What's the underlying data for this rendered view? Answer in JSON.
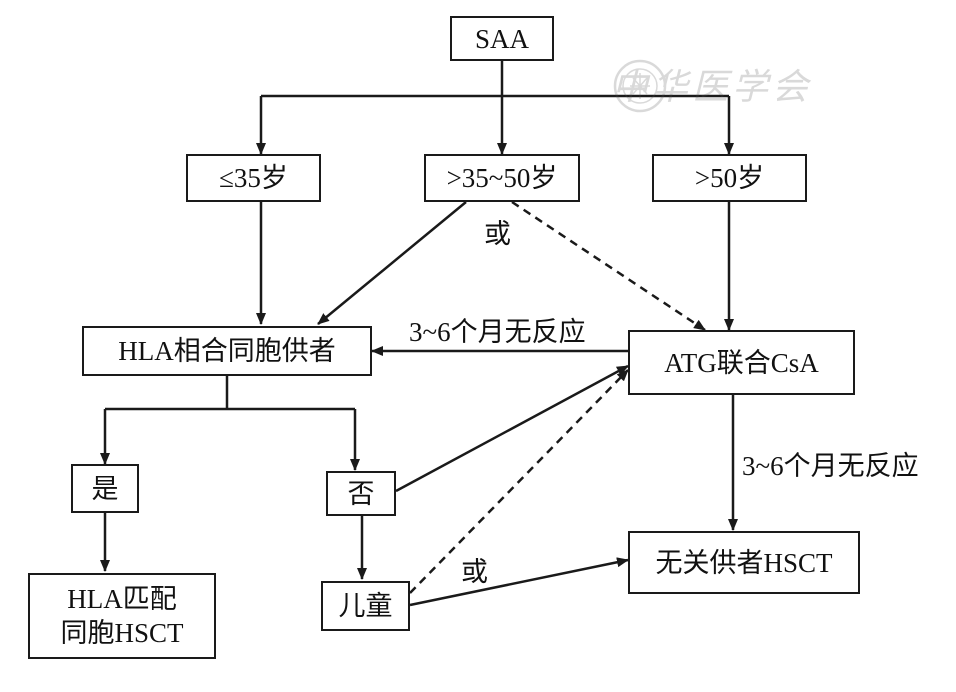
{
  "nodes": {
    "saa": "SAA",
    "age_le35": "≤35岁",
    "age_35_50": ">35~50岁",
    "age_gt50": ">50岁",
    "hla_sibling": "HLA相合同胞供者",
    "atg_csa": "ATG联合CsA",
    "yes": "是",
    "no": "否",
    "children": "儿童",
    "hla_match_line1": "HLA匹配",
    "hla_match_line2": "同胞HSCT",
    "unrelated_hsct": "无关供者HSCT"
  },
  "edge_labels": {
    "or_top": "或",
    "no_response_left": "3~6个月无反应",
    "no_response_down": "3~6个月无反应",
    "or_bottom": "或"
  },
  "watermark": {
    "text": "中华医学会",
    "icon": "seal-icon"
  }
}
